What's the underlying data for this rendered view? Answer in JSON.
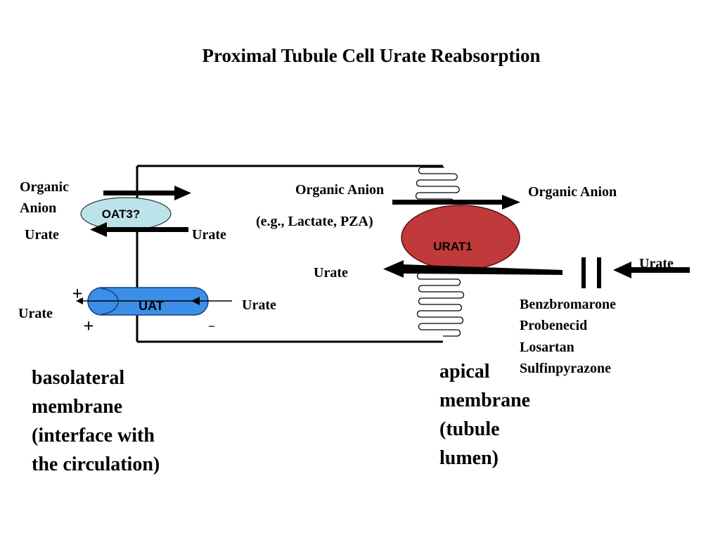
{
  "title": "Proximal Tubule Cell Urate Reabsorption",
  "basolateral": {
    "organic_anion_line1": "Organic",
    "organic_anion_line2": "Anion",
    "urate_out": "Urate",
    "urate_in": "Urate",
    "oat3_label": "OAT3?",
    "uat_label": "UAT",
    "urate_left": "Urate",
    "urate_right": "Urate",
    "plus_top": "+",
    "plus_bottom": "+",
    "minus_top": "−",
    "minus_bottom": "−",
    "caption": [
      "basolateral",
      "membrane",
      "(interface with",
      "the circulation)"
    ]
  },
  "apical": {
    "organic_anion_inside": "Organic Anion",
    "example": "(e.g., Lactate, PZA)",
    "organic_anion_outside": "Organic Anion",
    "urat1_label": "URAT1",
    "urate_inside": "Urate",
    "urate_lumen": "Urate",
    "inhibitors": [
      "Benzbromarone",
      "Probenecid",
      "Losartan",
      "Sulfinpyrazone"
    ],
    "caption": [
      "apical",
      "membrane",
      "(tubule",
      "lumen)"
    ]
  },
  "colors": {
    "oat3_fill": "#bde3ea",
    "uat_fill": "#3b8fe8",
    "urat1_fill": "#c0393b",
    "line": "#000000"
  }
}
